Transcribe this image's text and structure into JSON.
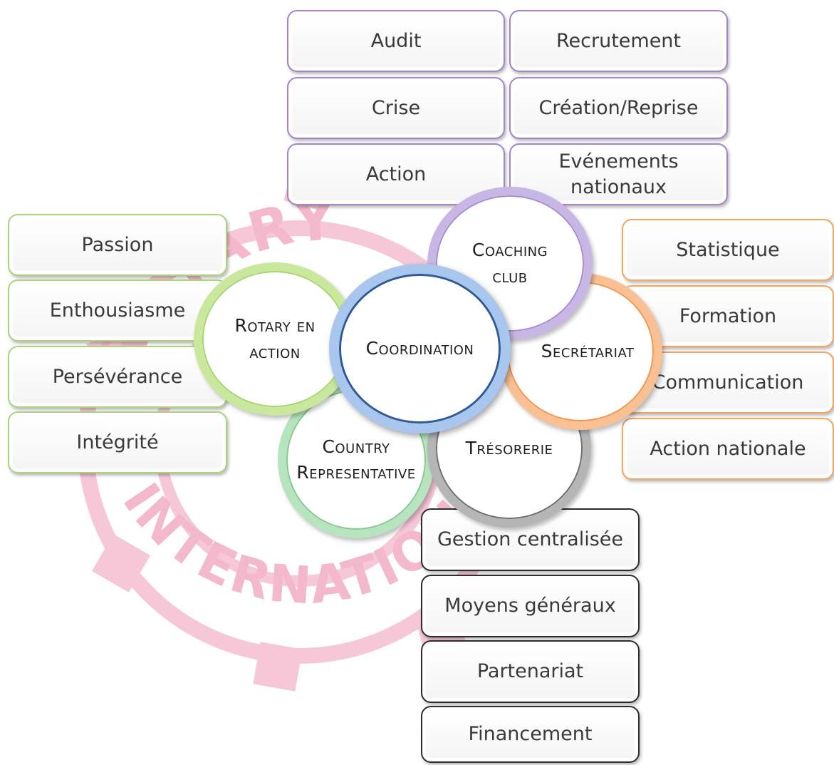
{
  "watermark": {
    "top_text": "ROTARY",
    "bottom_text": "INTERNATIONAL",
    "color": "#f6c7d7"
  },
  "colors": {
    "purple": "#9f86c8",
    "green": "#a9d47a",
    "orange": "#f5a562",
    "dark": "#2d2d2d",
    "center": "#2f5a93"
  },
  "center": "Coordination",
  "circles": {
    "coaching": "Coaching club",
    "rotary": "Rotary en action",
    "secretariat": "Secrétariat",
    "tresorerie": "Trésorerie",
    "country": "Country Representative"
  },
  "coaching_items": [
    "Audit",
    "Recrutement",
    "Crise",
    "Création/Reprise",
    "Action",
    "Evénements nationaux"
  ],
  "rotary_items": [
    "Passion",
    "Enthousiasme",
    "Persévérance",
    "Intégrité"
  ],
  "secretariat_items": [
    "Statistique",
    "Formation",
    "Communication",
    "Action nationale"
  ],
  "tresorerie_items": [
    "Gestion centralisée",
    "Moyens généraux",
    "Partenariat",
    "Financement"
  ]
}
